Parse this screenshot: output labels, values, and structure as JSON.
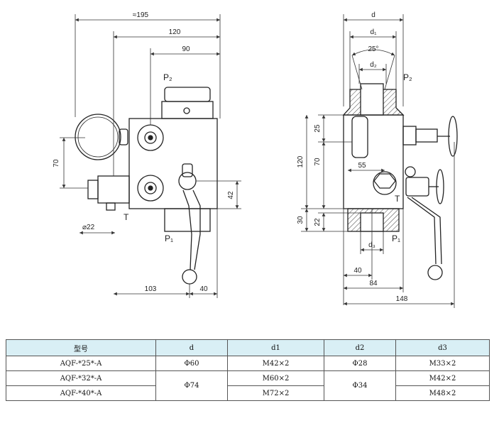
{
  "left_view": {
    "dim_overall": "≈195",
    "dim_120": "120",
    "dim_90": "90",
    "dim_70": "70",
    "dim_42": "42",
    "dim_22": "⌀22",
    "dim_103": "103",
    "dim_40": "40",
    "port_p2": "P₂",
    "port_p1": "P₁",
    "port_t": "T"
  },
  "right_view": {
    "dim_d": "d",
    "dim_d1": "d₁",
    "dim_25deg": "25°",
    "dim_d2": "d₂",
    "dim_25": "25",
    "dim_120": "120",
    "dim_70": "70",
    "dim_55": "55",
    "dim_30": "30",
    "dim_22": "22",
    "dim_d3": "d₃",
    "dim_40": "40",
    "dim_84": "84",
    "dim_148": "148",
    "port_p2": "P₂",
    "port_p1": "P₁",
    "port_t": "T"
  },
  "table": {
    "headers": [
      "型号",
      "d",
      "d1",
      "d2",
      "d3"
    ],
    "rows": [
      {
        "model": "AQF-*25*-A",
        "d": "Φ60",
        "d1": "M42×2",
        "d2": "Φ28",
        "d3": "M33×2"
      },
      {
        "model": "AQF-*32*-A",
        "d": "Φ74",
        "d1": "M60×2",
        "d2": "Φ34",
        "d3": "M42×2"
      },
      {
        "model": "AQF-*40*-A",
        "d1": "M72×2",
        "d3": "M48×2"
      }
    ]
  }
}
